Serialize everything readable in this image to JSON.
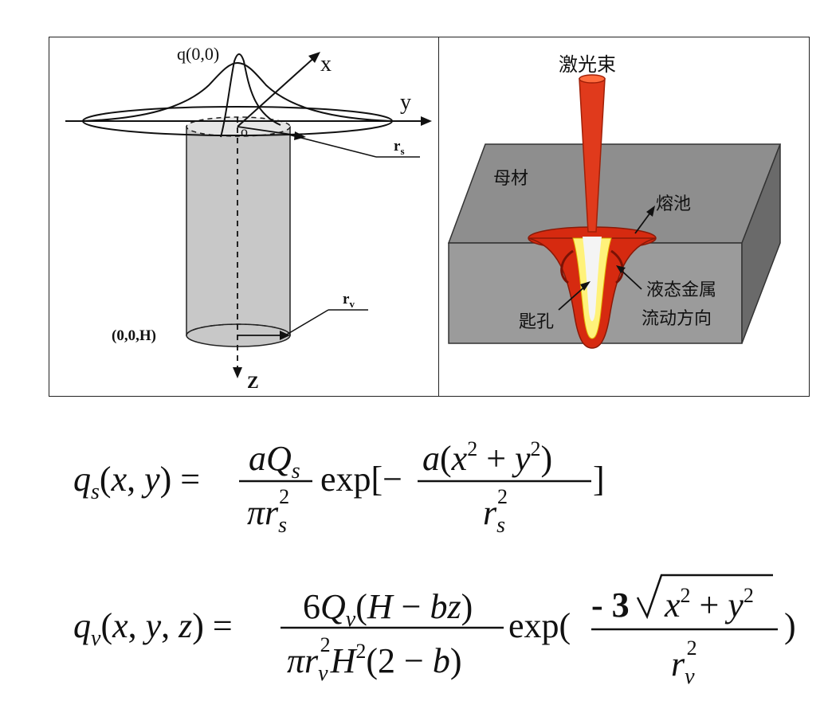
{
  "left_diagram": {
    "peak_label": "q(0,0)",
    "axis_x": "x",
    "axis_y": "y",
    "axis_z": "Z",
    "origin": "o",
    "radius_surface": "r",
    "radius_surface_sub": "s",
    "radius_volume": "r",
    "radius_volume_sub": "v",
    "bottom_point": "(0,0,H)"
  },
  "right_diagram": {
    "laser_beam": "激光束",
    "base_metal": "母材",
    "molten_pool": "熔池",
    "liquid_flow_line1": "液态金属",
    "liquid_flow_line2": "流动方向",
    "keyhole": "匙孔",
    "colors": {
      "laser": "#e03a1c",
      "metal_top": "#8e8e8e",
      "metal_front": "#9b9b9b",
      "metal_side": "#6a6a6a",
      "pool": "#d62a10",
      "keyhole_glow": "#fff27a"
    }
  },
  "formulas": {
    "surface_heat": "qs(x,y) = aQs/(πrs²) exp[−a(x²+y²)/rs²]",
    "volume_heat": "qv(x,y,z) = 6Qv(H−bz)/(πrv²H²(2−b)) exp(−3√(x²+y²)/rv²)"
  }
}
